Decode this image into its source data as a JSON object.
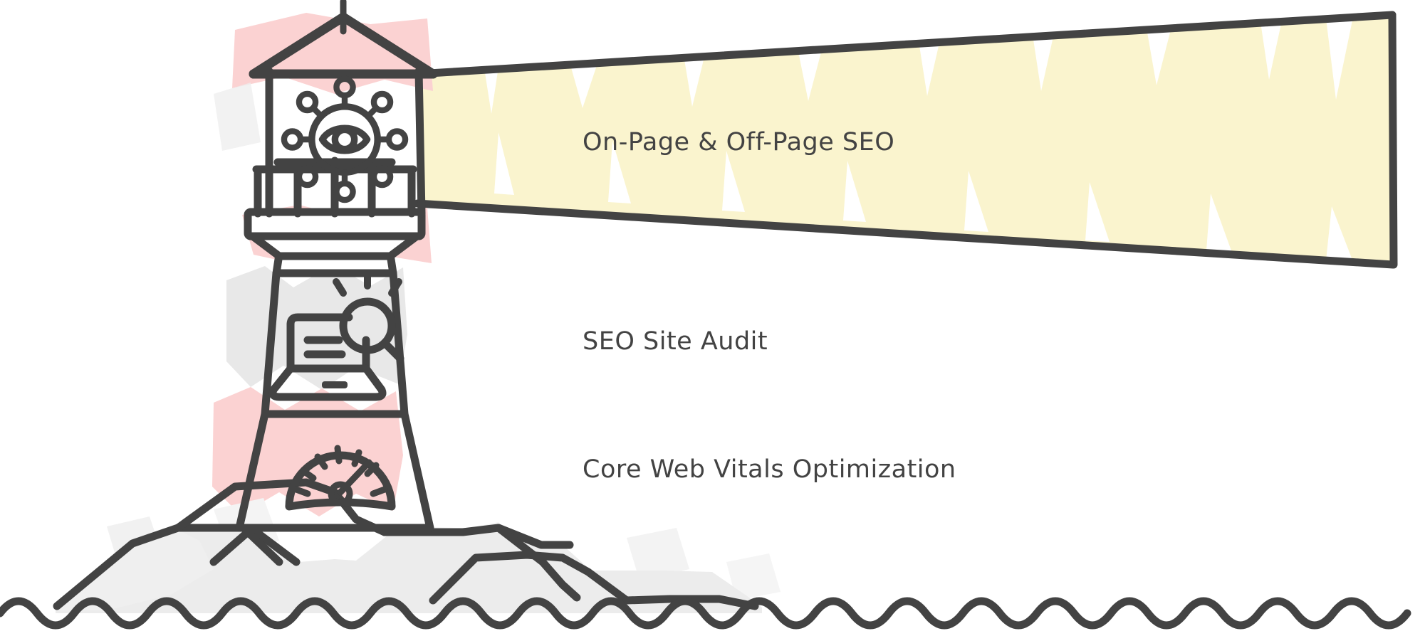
{
  "illustration": {
    "subject": "lighthouse-seo-services",
    "colors": {
      "stroke": "#434343",
      "beam_yellow": "#FAF4CE",
      "accent_pink": "#FBD2D2",
      "accent_gray": "#E8E8E8",
      "background": "#FFFFFF"
    }
  },
  "labels": {
    "beam": "On-Page & Off-Page SEO",
    "audit": "SEO Site Audit",
    "vitals": "Core Web Vitals Optimization"
  },
  "icons": {
    "lantern": "eye-network-icon",
    "middle": "laptop-magnifier-icon",
    "lower": "speedometer-icon"
  },
  "scene_parts": {
    "antenna": "antenna",
    "roof": "lantern-roof",
    "lantern": "lantern-room",
    "gallery": "gallery-railing",
    "tower_upper": "tower-segment-upper",
    "tower_lower": "tower-segment-lower",
    "rocks": "rock-base",
    "waves": "sea-waves",
    "beam": "light-beam"
  }
}
